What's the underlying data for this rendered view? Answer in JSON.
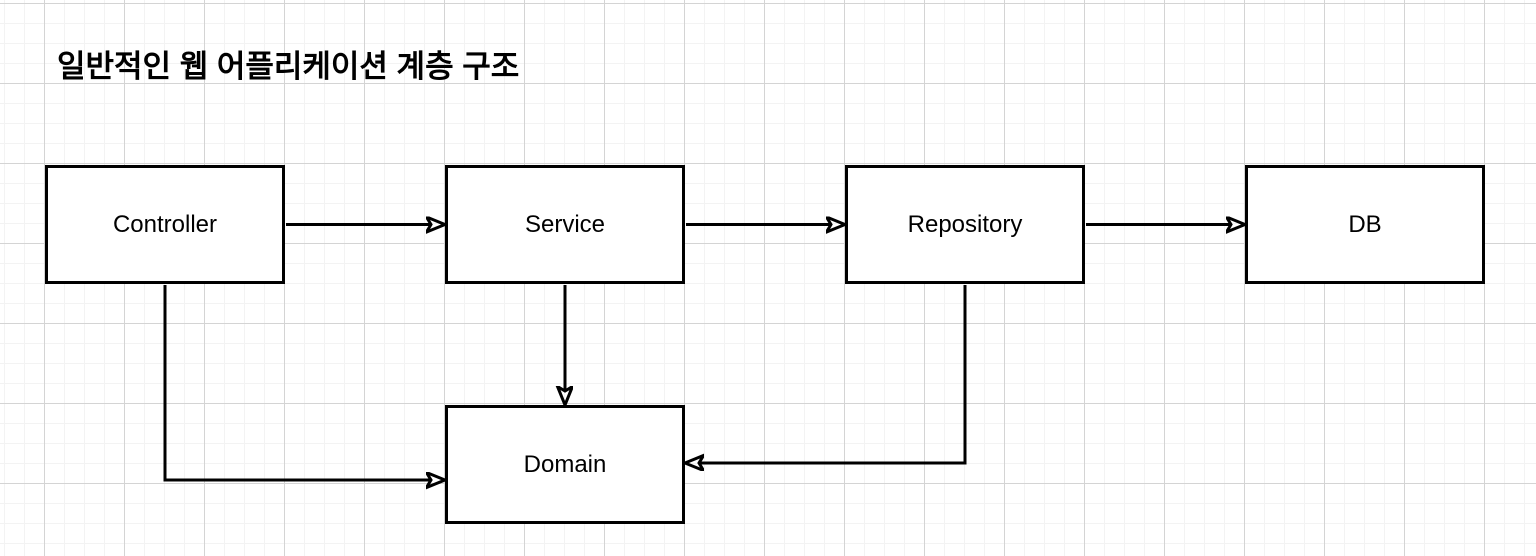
{
  "title": "일반적인 웹 어플리케이션 계층 구조",
  "diagram": {
    "nodes": [
      {
        "id": "controller",
        "label": "Controller"
      },
      {
        "id": "service",
        "label": "Service"
      },
      {
        "id": "repository",
        "label": "Repository"
      },
      {
        "id": "db",
        "label": "DB"
      },
      {
        "id": "domain",
        "label": "Domain"
      }
    ],
    "edges": [
      {
        "from": "controller",
        "to": "service",
        "style": "straight-right"
      },
      {
        "from": "service",
        "to": "repository",
        "style": "straight-right"
      },
      {
        "from": "repository",
        "to": "db",
        "style": "straight-right"
      },
      {
        "from": "service",
        "to": "domain",
        "style": "straight-down"
      },
      {
        "from": "controller",
        "to": "domain",
        "style": "elbow-down-right"
      },
      {
        "from": "repository",
        "to": "domain",
        "style": "elbow-down-left"
      }
    ]
  },
  "colors": {
    "stroke": "#000000",
    "node_fill": "#ffffff",
    "background": "#ffffff",
    "grid_minor": "#f3f3f3",
    "grid_major": "#d4d4d4"
  }
}
